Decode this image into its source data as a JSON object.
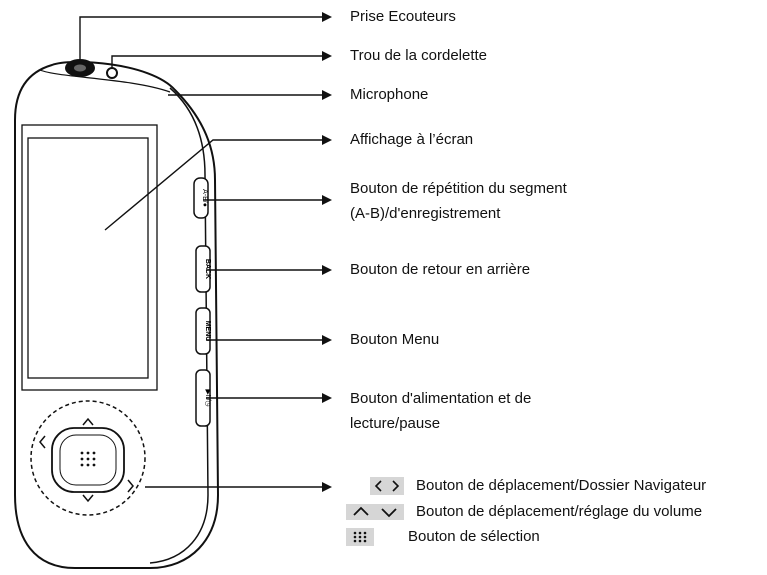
{
  "callouts": [
    {
      "id": "headphone",
      "text": "Prise Ecouteurs"
    },
    {
      "id": "strap",
      "text": "Trou de la cordelette"
    },
    {
      "id": "mic",
      "text": "Microphone"
    },
    {
      "id": "screen",
      "text": "Affichage à l’écran"
    },
    {
      "id": "ab",
      "line1": "Bouton de répétition du segment",
      "line2": "(A-B)/d'enregistrement"
    },
    {
      "id": "back",
      "text": "Bouton de retour en arrière"
    },
    {
      "id": "menu",
      "text": "Bouton Menu"
    },
    {
      "id": "power",
      "line1": "Bouton d'alimentation et de",
      "line2": "lecture/pause"
    }
  ],
  "legend": [
    {
      "icon": "left-right-arrows-icon",
      "text": "Bouton de déplacement/Dossier Navigateur"
    },
    {
      "icon": "up-down-arrows-icon",
      "text": "Bouton de déplacement/réglage du volume"
    },
    {
      "icon": "select-dots-icon",
      "text": "Bouton de sélection"
    }
  ],
  "device_labels": {
    "ab_button": "A-B/●",
    "back_button": "BACK",
    "menu_button": "MENU",
    "power_button": "▶II/◷"
  }
}
